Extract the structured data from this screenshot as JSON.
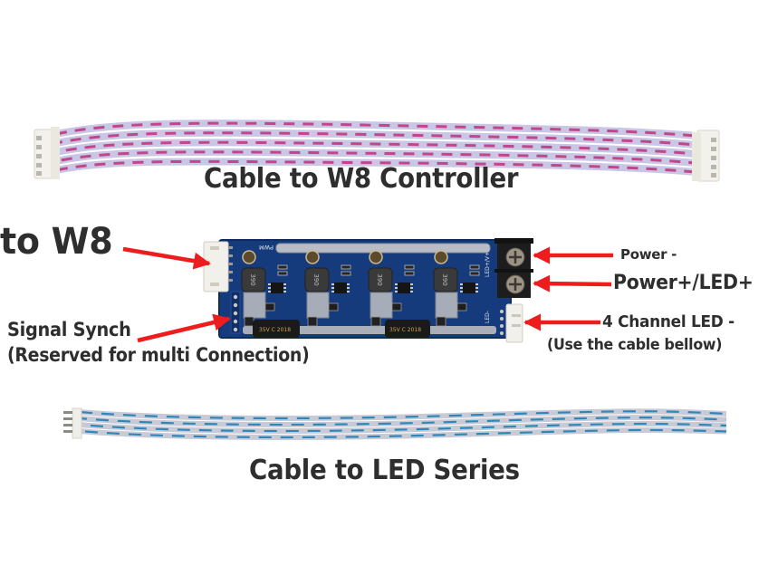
{
  "figure": {
    "type": "product-wiring-diagram",
    "subject": "4 Channel LED driver board"
  },
  "cables": {
    "top": {
      "caption": "Cable to W8 Controller",
      "wire_count": 5,
      "wire_colors": {
        "base": "#c9c6e6",
        "stripe": "#c0478a"
      }
    },
    "bottom": {
      "caption": "Cable to LED Series",
      "wire_count": 4,
      "wire_colors": {
        "base": "#c8cbd6",
        "stripe": "#2f86b9"
      }
    }
  },
  "board": {
    "silkscreen": {
      "pwm_label": "PWM",
      "power_label": "LED+/V+",
      "led_label": "LED-",
      "inductor_marking": "390"
    },
    "colors": {
      "pcb": "#153a7a",
      "terminal": "#1b1b1b",
      "connector": "#f1efe8"
    }
  },
  "callouts": {
    "to_w8": "to W8",
    "signal_synch": "Signal Synch",
    "signal_synch_note": "(Reserved for multi Connection)",
    "power_minus": "Power -",
    "power_plus": "Power+/LED+",
    "four_channel": "4 Channel LED -",
    "four_channel_note": "(Use the cable bellow)"
  },
  "arrow_color": "#ee1c1c"
}
